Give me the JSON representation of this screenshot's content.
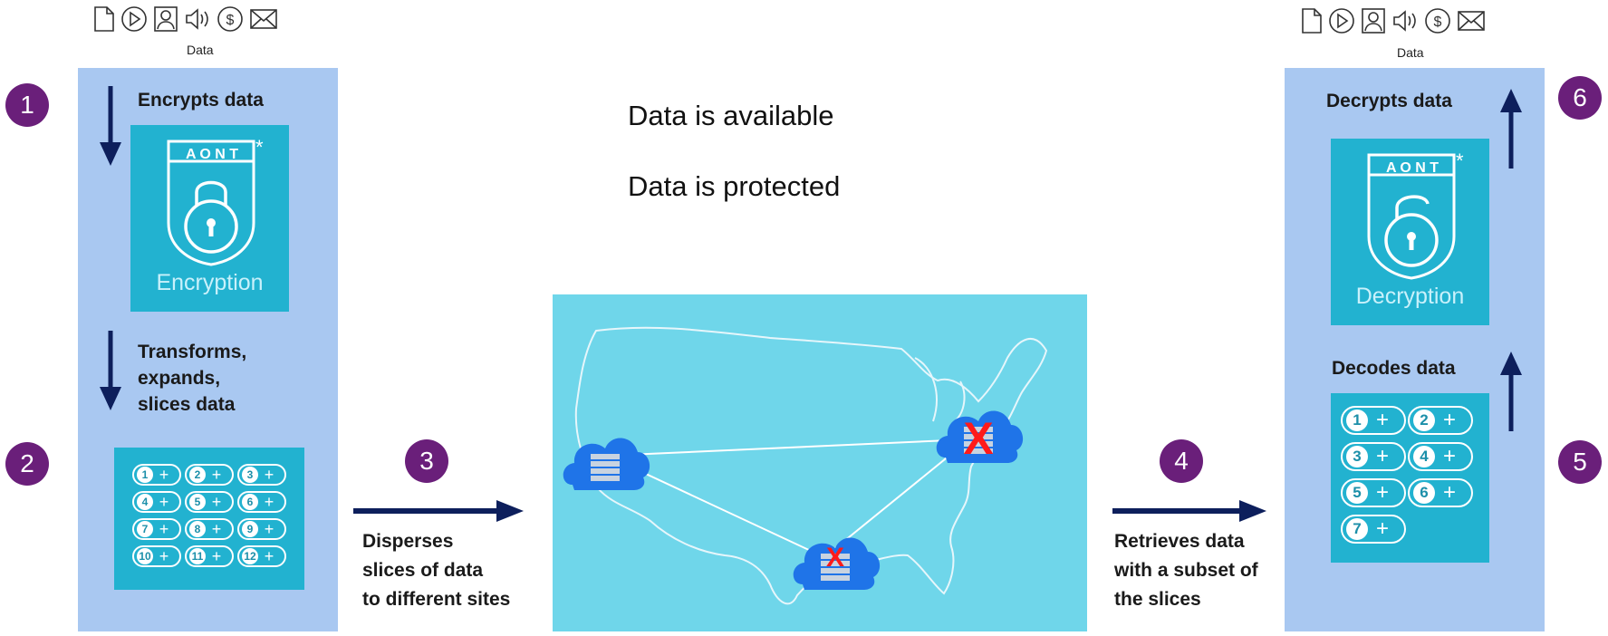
{
  "left_column": {
    "icons_label": "Data",
    "steps": [
      {
        "number": "1",
        "text": "Encrypts data"
      },
      {
        "number": "2",
        "text_lines": [
          "Transforms,",
          "expands,",
          "slices data"
        ]
      }
    ],
    "aont_label": "A O N T",
    "aont_asterisk": "*",
    "encryption_label": "Encryption",
    "slices": [
      "1",
      "2",
      "3",
      "4",
      "5",
      "6",
      "7",
      "8",
      "9",
      "10",
      "11",
      "12"
    ]
  },
  "center": {
    "status_lines": [
      "Data is available",
      "Data is protected"
    ],
    "step3": {
      "number": "3",
      "text_lines": [
        "Disperses",
        "slices of data",
        "to different sites"
      ]
    },
    "step4": {
      "number": "4",
      "text_lines": [
        "Retrieves data",
        "with a subset of",
        "the slices"
      ]
    },
    "map_failed_marker": "X"
  },
  "right_column": {
    "icons_label": "Data",
    "steps": [
      {
        "number": "6",
        "text": "Decrypts data"
      },
      {
        "number": "5",
        "text": "Decodes data"
      }
    ],
    "aont_label": "A O N T",
    "aont_asterisk": "*",
    "decryption_label": "Decryption",
    "slices": [
      "1",
      "2",
      "3",
      "4",
      "5",
      "6",
      "7"
    ]
  },
  "icons": [
    "document-icon",
    "play-icon",
    "contact-icon",
    "speaker-icon",
    "dollar-icon",
    "mail-icon"
  ],
  "colors": {
    "panel": "#a9c8f1",
    "teal_box": "#22b2d0",
    "map_bg": "#6fd6ea",
    "step_circle": "#6a1f7a",
    "arrow": "#0d1f5c",
    "cloud": "#1f74e8",
    "failure": "#ff1a1a"
  }
}
